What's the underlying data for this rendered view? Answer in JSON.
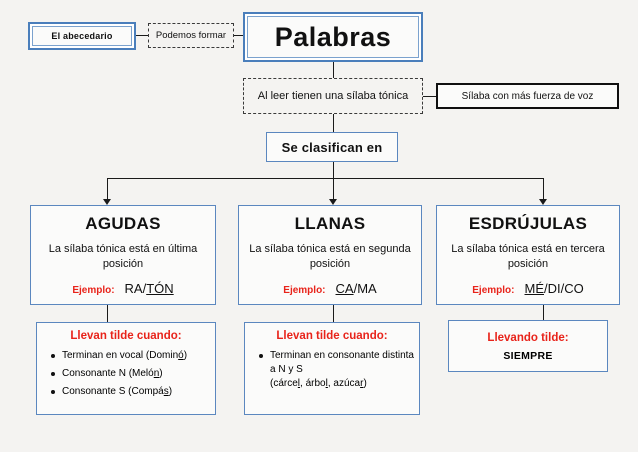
{
  "diagram": {
    "title": "Palabras",
    "background_color": "#f4f3f1",
    "accent_color": "#4a7ebb",
    "highlight_color": "#e8231a",
    "source_box": {
      "label": "El abecedario"
    },
    "relation_label": {
      "label": "Podemos formar"
    },
    "main_node": {
      "label": "Palabras"
    },
    "tonic_note": {
      "label": "Al leer tienen una sílaba tónica"
    },
    "side_note": {
      "label": "Sílaba con más fuerza de voz"
    },
    "classify_node": {
      "label": "Se clasifican en"
    },
    "categories": [
      {
        "title": "AGUDAS",
        "description": "La sílaba tónica está en última posición",
        "example_label": "Ejemplo:",
        "example_prefix": "RA/",
        "example_stressed": "TÓN",
        "example_suffix": "",
        "rule": {
          "title": "Llevan tilde cuando:",
          "items": [
            {
              "prefix": "Terminan en vocal (Domin",
              "stressed": "ó",
              "suffix": ")"
            },
            {
              "prefix": "Consonante N (Meló",
              "stressed": "n",
              "suffix": ")"
            },
            {
              "prefix": "Consonante S (Compá",
              "stressed": "s",
              "suffix": ")"
            }
          ]
        }
      },
      {
        "title": "LLANAS",
        "description": "La sílaba tónica está en segunda posición",
        "example_label": "Ejemplo:",
        "example_prefix": "",
        "example_stressed": "CA",
        "example_suffix": "/MA",
        "rule": {
          "title": "Llevan tilde cuando:",
          "items": [
            {
              "prefix": "Terminan en consonante distinta a N y S",
              "stressed": "",
              "suffix": ""
            }
          ],
          "examples_line": [
            {
              "prefix": "(cárce",
              "stressed": "l",
              "suffix": ", árbo"
            },
            {
              "prefix": "",
              "stressed": "l",
              "suffix": ", azúca"
            },
            {
              "prefix": "",
              "stressed": "r",
              "suffix": ")"
            }
          ]
        }
      },
      {
        "title": "ESDRÚJULAS",
        "description": "La sílaba tónica está en tercera posición",
        "example_label": "Ejemplo:",
        "example_prefix": "",
        "example_stressed": "MÉ",
        "example_suffix": "/DI/CO",
        "rule": {
          "title": "Llevando tilde:",
          "always": "SIEMPRE"
        }
      }
    ]
  }
}
